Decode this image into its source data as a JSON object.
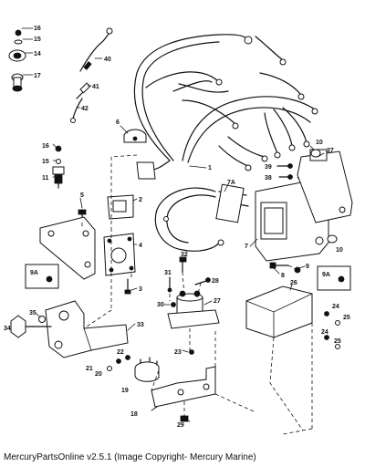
{
  "parts": {
    "p1": "1",
    "p2": "2",
    "p3": "3",
    "p4": "4",
    "p5": "5",
    "p6": "6",
    "p7": "7",
    "p7a": "7A",
    "p8": "8",
    "p9": "9",
    "p9a": "9A",
    "p10": "10",
    "p11": "11",
    "p14": "14",
    "p15": "15",
    "p16": "16",
    "p17": "17",
    "p18": "18",
    "p19": "19",
    "p20": "20",
    "p21": "21",
    "p22": "22",
    "p23": "23",
    "p24": "24",
    "p25": "25",
    "p26": "26",
    "p27": "27",
    "p28": "28",
    "p29": "29",
    "p30": "30",
    "p31": "31",
    "p32": "32",
    "p33": "33",
    "p34": "34",
    "p35": "35",
    "p37": "37",
    "p38": "38",
    "p39": "39",
    "p40": "40",
    "p41": "41",
    "p42": "42"
  },
  "footer": "MercuryPartsOnline v2.5.1 (Image Copyright- Mercury Marine)"
}
